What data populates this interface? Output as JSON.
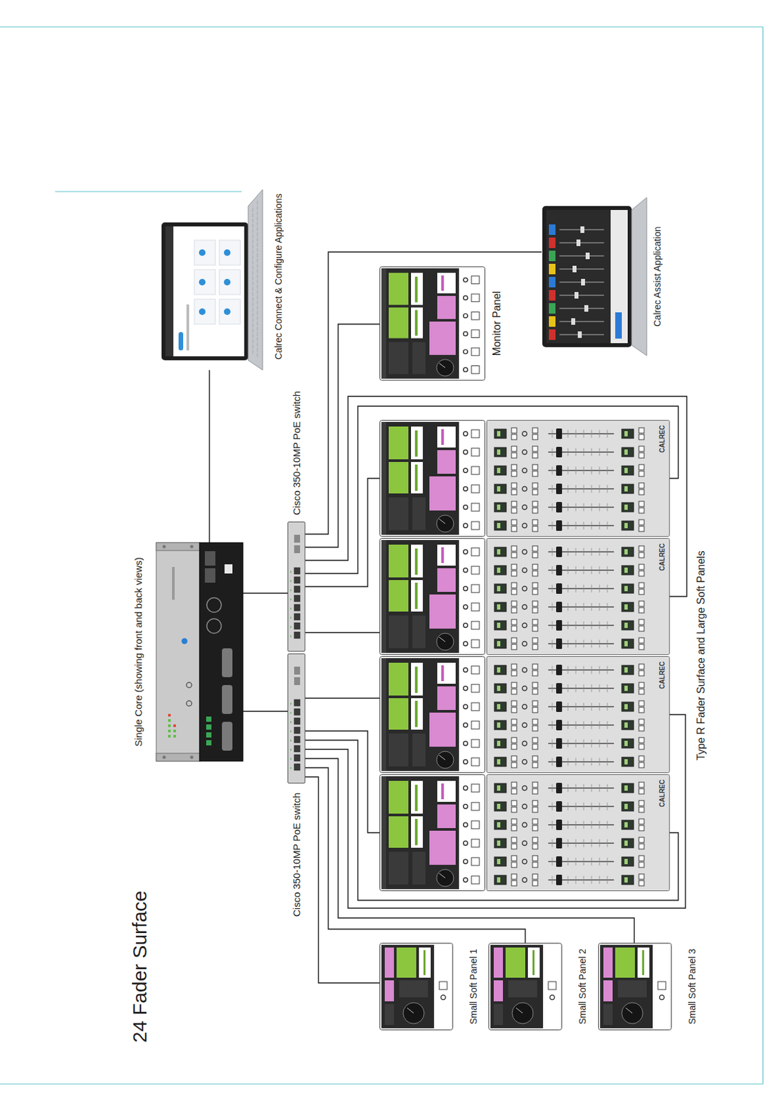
{
  "diagram": {
    "title": "24 Fader Surface",
    "nodes": [
      {
        "text": [
          "Calrec Connect & Configure Applications"
        ]
      },
      {
        "text": [
          "Single Core (showing front and back views)"
        ]
      },
      {
        "text": [
          "Cisco 350-10MP PoE switch"
        ]
      },
      {
        "text": [
          "Cisco 350-10MP PoE switch"
        ]
      },
      {
        "text": [
          "Type R Fader Surface and Large Soft Panels"
        ]
      },
      {
        "text": [
          "CALREC"
        ],
        "in": 4
      },
      {
        "text": [
          "CALREC"
        ],
        "in": 4
      },
      {
        "text": [
          "CALREC"
        ],
        "in": 4
      },
      {
        "text": [
          "CALREC"
        ],
        "in": 4
      },
      {
        "text": [
          "Monitor Panel"
        ]
      },
      {
        "text": [
          "Calrec Assist Application"
        ]
      },
      {
        "text": [
          "Small Soft Panel 1"
        ]
      },
      {
        "text": [
          "Small Soft Panel 2"
        ]
      },
      {
        "text": [
          "Small Soft Panel 3"
        ]
      }
    ],
    "edges": [
      {
        "from": 0,
        "to": 1,
        "arrow": "none"
      },
      {
        "from": 1,
        "to": 2,
        "arrow": "none"
      },
      {
        "from": 1,
        "to": 3,
        "arrow": "none"
      },
      {
        "from": 3,
        "to": 11,
        "arrow": "none"
      },
      {
        "from": 3,
        "to": 12,
        "arrow": "none"
      },
      {
        "from": 3,
        "to": 13,
        "arrow": "none"
      },
      {
        "from": 3,
        "to": 6,
        "arrow": "none"
      },
      {
        "from": 3,
        "to": 5,
        "arrow": "none"
      },
      {
        "from": 3,
        "to": 5,
        "arrow": "none"
      },
      {
        "from": 3,
        "to": 6,
        "arrow": "none"
      },
      {
        "from": 2,
        "to": 7,
        "arrow": "none"
      },
      {
        "from": 2,
        "to": 7,
        "arrow": "none"
      },
      {
        "from": 2,
        "to": 8,
        "arrow": "none"
      },
      {
        "from": 2,
        "to": 8,
        "arrow": "none"
      },
      {
        "from": 2,
        "to": 9,
        "arrow": "none"
      },
      {
        "from": 2,
        "to": 10,
        "arrow": "none"
      }
    ]
  }
}
